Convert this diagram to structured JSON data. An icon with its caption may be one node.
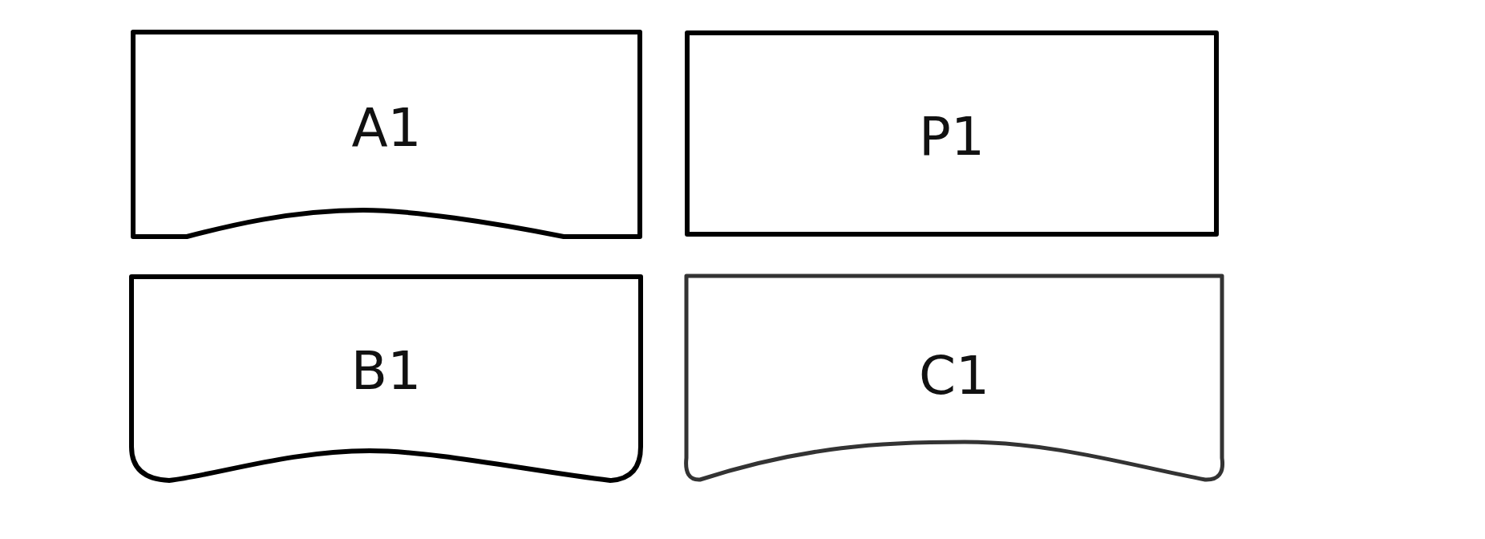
{
  "diagram": {
    "nodes": [
      {
        "text": [
          "A1"
        ]
      },
      {
        "text": [
          "P1"
        ]
      },
      {
        "text": [
          "B1"
        ]
      },
      {
        "text": [
          "C1"
        ]
      }
    ]
  }
}
